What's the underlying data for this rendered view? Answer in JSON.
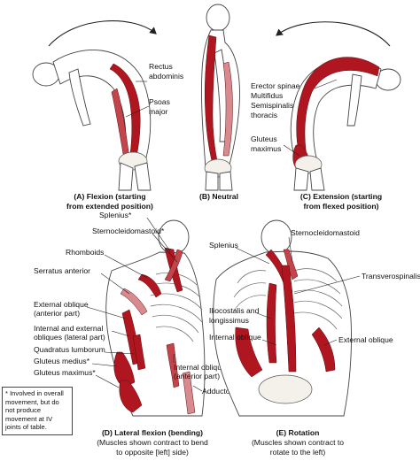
{
  "colors": {
    "muscle": "#b0161f",
    "muscle_light": "#d98a8e",
    "outline": "#444444",
    "bone": "#f4f0ea"
  },
  "panels": {
    "a": {
      "caption": [
        "(A) Flexion (starting",
        "from extended position)"
      ],
      "labels": {
        "rectus": [
          "Rectus",
          "abdominis"
        ],
        "psoas": [
          "Psoas",
          "major"
        ]
      }
    },
    "b": {
      "caption": [
        "(B) Neutral"
      ]
    },
    "c": {
      "caption": [
        "(C) Extension (starting",
        "from flexed position)"
      ],
      "labels": {
        "erector": [
          "Erector spinae",
          "Multifidus",
          "Semispinalis",
          "thoracis"
        ],
        "gluteus": [
          "Gluteus",
          "maximus"
        ]
      }
    },
    "d": {
      "caption": [
        "(D) Lateral flexion (bending)",
        "(Muscles shown contract to bend",
        "to opposite [left] side)"
      ],
      "labels": {
        "splenius": "Splenius*",
        "sternocleido": "Sternocleidomastoid*",
        "rhomboids": "Rhomboids",
        "serratus": "Serratus anterior",
        "ext_oblique": [
          "External oblique",
          "(anterior part)"
        ],
        "int_ext_oblique": [
          "Internal and external",
          "obliques (lateral part)"
        ],
        "quadratus": "Quadratus lumborum",
        "glut_med": "Gluteus medius*",
        "glut_max": "Gluteus maximus*",
        "int_oblique": [
          "Internal oblique",
          "(anterior part)"
        ],
        "adductor": "Adductor longus*"
      }
    },
    "e": {
      "caption": [
        "(E) Rotation",
        "(Muscles shown contract to",
        "rotate to the left)"
      ],
      "labels": {
        "splenius": "Splenius",
        "sternocleido": "Sternocleidomastoid",
        "transverso": "Transverospinalis",
        "iliocostalis": [
          "Iliocostalis and",
          "longissimus"
        ],
        "int_oblique": "Internal oblique",
        "ext_oblique": "External oblique"
      }
    }
  },
  "note": "* Involved in overall movement, but do not produce movement at IV joints of table."
}
